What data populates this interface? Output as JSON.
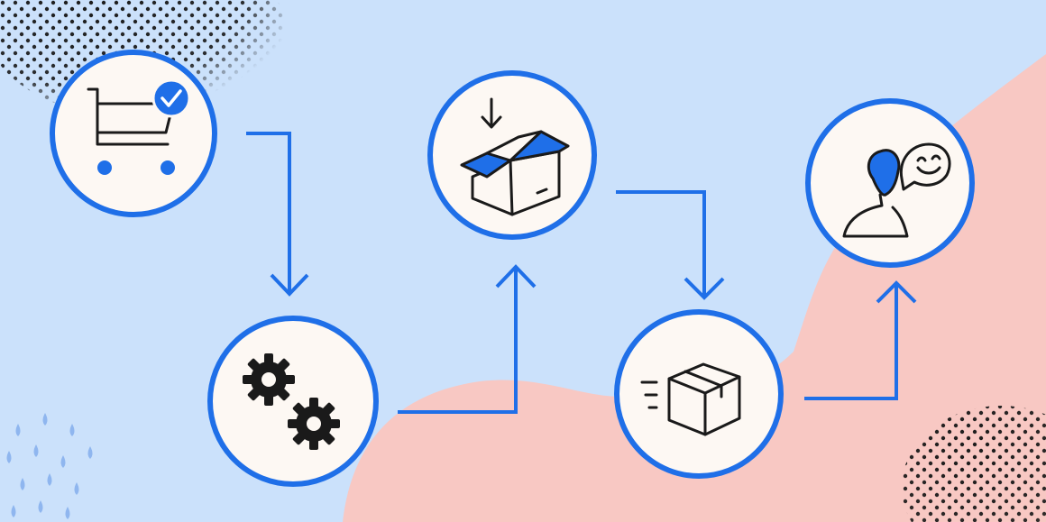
{
  "colors": {
    "background": "#cbe1fb",
    "blob": "#f8c8c3",
    "accent": "#1f6fe8",
    "node_fill": "#fdf8f3",
    "icon_dark": "#1a1a1a"
  },
  "steps": [
    {
      "id": "order",
      "icon": "shopping-cart-check-icon"
    },
    {
      "id": "processing",
      "icon": "gears-icon"
    },
    {
      "id": "packing",
      "icon": "open-box-icon"
    },
    {
      "id": "shipping",
      "icon": "moving-package-icon"
    },
    {
      "id": "delivered",
      "icon": "happy-customer-icon"
    }
  ]
}
